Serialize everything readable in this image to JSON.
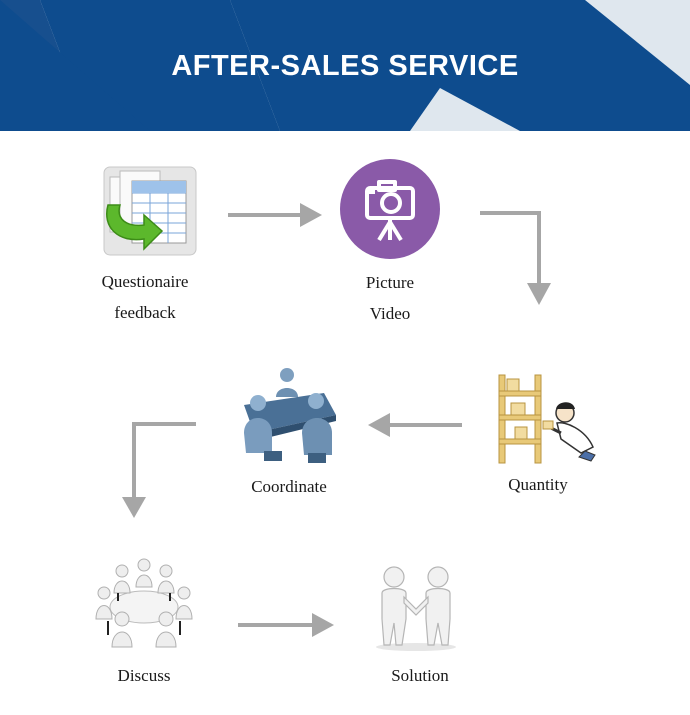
{
  "header": {
    "title": "AFTER-SALES SERVICE"
  },
  "steps": [
    {
      "line1": "Questionaire",
      "line2": "feedback",
      "icon": "spreadsheet-arrow-icon"
    },
    {
      "line1": "Picture",
      "line2": "Video",
      "icon": "camera-icon"
    },
    {
      "line1": "Quantity",
      "icon": "warehouse-worker-icon"
    },
    {
      "line1": "Coordinate",
      "icon": "meeting-table-icon"
    },
    {
      "line1": "Discuss",
      "icon": "round-table-discussion-icon"
    },
    {
      "line1": "Solution",
      "icon": "handshake-icon"
    }
  ],
  "colors": {
    "banner_blue": "#0e4c8e",
    "banner_light": "#dfe7ee",
    "arrow_gray": "#a6a6a6",
    "camera_purple": "#8a5aa8"
  }
}
